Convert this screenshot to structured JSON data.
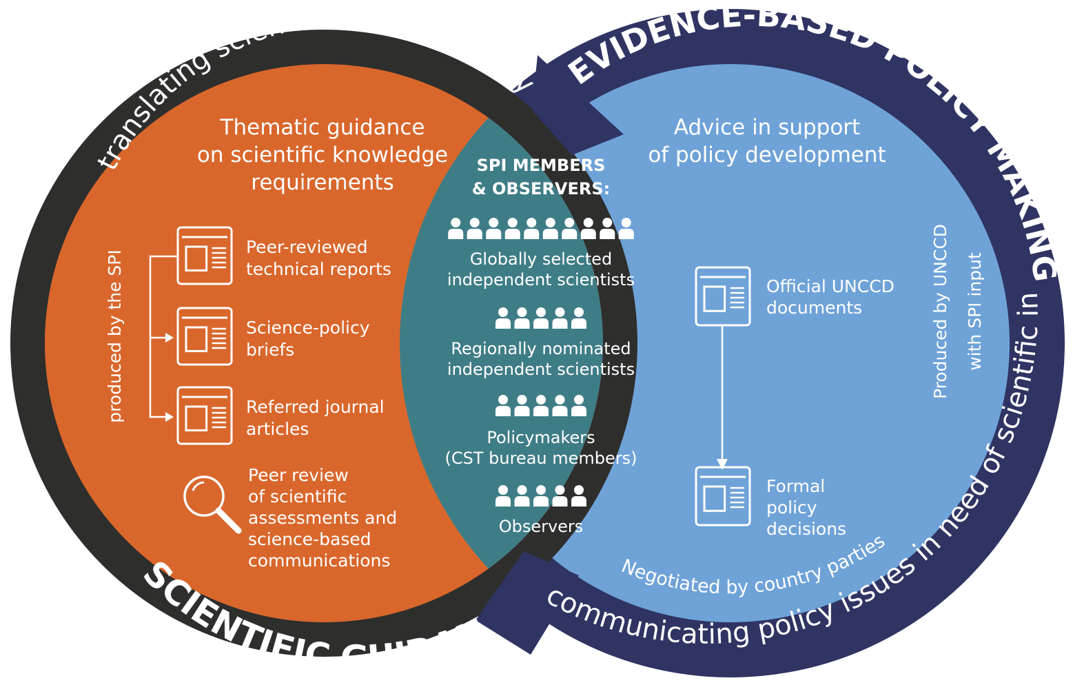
{
  "colors": {
    "left_ring": "#2e2e2d",
    "left_fill": "#d9672c",
    "right_ring": "#2f3463",
    "right_fill": "#6fa3d8",
    "center_fill": "#3f7d86",
    "text": "#ffffff"
  },
  "left": {
    "ring_top_text": "translating science to inform policy",
    "ring_bottom_title": "SCIENTIFIC GUIDANCE",
    "side_label": "produced by the SPI",
    "heading_lines": [
      "Thematic guidance",
      "on scientific knowledge",
      "requirements"
    ],
    "items": [
      {
        "icon": "document-icon",
        "lines": [
          "Peer-reviewed",
          "technical reports"
        ]
      },
      {
        "icon": "document-icon",
        "lines": [
          "Science-policy",
          "briefs"
        ]
      },
      {
        "icon": "document-icon",
        "lines": [
          "Referred journal",
          "articles"
        ]
      }
    ],
    "review": {
      "icon": "magnifier-icon",
      "lines": [
        "Peer review",
        "of scientific",
        "assessments and",
        "science-based",
        "communications"
      ]
    }
  },
  "center": {
    "heading_lines": [
      "SPI MEMBERS",
      "& OBSERVERS:"
    ],
    "groups": [
      {
        "icon": "people-icon",
        "count": 10,
        "lines": [
          "Globally selected",
          "independent scientists"
        ]
      },
      {
        "icon": "people-icon",
        "count": 5,
        "lines": [
          "Regionally nominated",
          "independent scientists"
        ]
      },
      {
        "icon": "people-icon",
        "count": 5,
        "lines": [
          "Policymakers",
          "(CST bureau members)"
        ]
      },
      {
        "icon": "people-icon",
        "count": 5,
        "lines": [
          "Observers"
        ]
      }
    ]
  },
  "right": {
    "ring_top_title": "EVIDENCE-BASED POLICY MAKING",
    "ring_bottom_text": "communicating policy issues in need of scientific input",
    "heading_lines": [
      "Advice in support",
      "of policy development"
    ],
    "side_label_lines": [
      "Produced by UNCCD",
      "with SPI input"
    ],
    "items": [
      {
        "icon": "document-icon",
        "lines": [
          "Official UNCCD",
          "documents"
        ]
      },
      {
        "icon": "document-icon",
        "lines": [
          "Formal",
          "policy",
          "decisions"
        ]
      }
    ],
    "bottom_arc_text": "Negotiated by country parties"
  }
}
